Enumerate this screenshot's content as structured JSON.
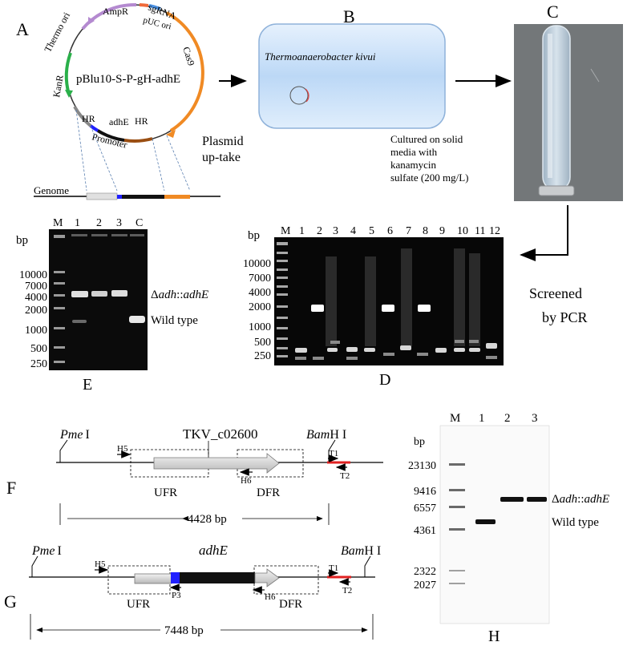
{
  "panels": {
    "A": "A",
    "B": "B",
    "C": "C",
    "D": "D",
    "E": "E",
    "F": "F",
    "G": "G",
    "H": "H"
  },
  "plasmid": {
    "name": "pBlu10-S-P-gH-adhE",
    "ampr": "AmpR",
    "sgrna": "sgRNA",
    "puc_ori": "pUC ori",
    "thermo_ori": "Thermo ori",
    "cas9": "Cas9",
    "kanr": "KanR",
    "hr_left": "HR",
    "adhe": "adhE",
    "hr_right": "HR",
    "promoter": "Promoter",
    "genome": "Genome"
  },
  "uptake": {
    "line1": "Plasmid",
    "line2": "up-take"
  },
  "cell": {
    "organism": "Thermoanaerobacter kivui"
  },
  "culture": {
    "line1": "Cultured on solid",
    "line2": "media with",
    "line3": "kanamycin",
    "line4": "sulfate (200 mg/L)"
  },
  "screen": {
    "line1": "Screened",
    "line2": "by PCR"
  },
  "gel_e": {
    "bp": "bp",
    "lanes": [
      "M",
      "1",
      "2",
      "3",
      "C"
    ],
    "ladder": [
      "10000",
      "7000",
      "4000",
      "2000",
      "1000",
      "500",
      "250"
    ],
    "band_upper_pre": "Δ",
    "band_upper_it": "adh",
    "band_upper_mid": "::",
    "band_upper_it2": "adhE",
    "band_lower": "Wild type"
  },
  "gel_d": {
    "bp": "bp",
    "lanes": [
      "M",
      "1",
      "2",
      "3",
      "4",
      "5",
      "6",
      "7",
      "8",
      "9",
      "10",
      "11",
      "12"
    ],
    "ladder": [
      "10000",
      "7000",
      "4000",
      "2000",
      "1000",
      "500",
      "250"
    ]
  },
  "map_f": {
    "pme": "Pme",
    "pme_i": "I",
    "bam": "Bam",
    "bam_i": "H I",
    "gene": "TKV_c02600",
    "h5": "H5",
    "h6": "H6",
    "t1": "T1",
    "t2": "T2",
    "ufr": "UFR",
    "dfr": "DFR",
    "size": "4428 bp"
  },
  "map_g": {
    "pme": "Pme",
    "pme_i": "I",
    "bam": "Bam",
    "bam_i": "H I",
    "gene": "adhE",
    "h5": "H5",
    "h6": "H6",
    "p3": "P3",
    "t1": "T1",
    "t2": "T2",
    "ufr": "UFR",
    "dfr": "DFR",
    "size": "7448 bp"
  },
  "blot_h": {
    "bp": "bp",
    "lanes": [
      "M",
      "1",
      "2",
      "3"
    ],
    "ladder": [
      "23130",
      "9416",
      "6557",
      "4361",
      "2322",
      "2027"
    ],
    "band_upper_pre": "Δ",
    "band_upper_it": "adh",
    "band_upper_mid": "::",
    "band_upper_it2": "adhE",
    "band_lower": "Wild type"
  },
  "colors": {
    "ampr": "#b48ad0",
    "sgrna": "#4a90e2",
    "cas9": "#f08a24",
    "kanr": "#2ab04a",
    "promoter": "#2020ff",
    "hr_right": "#9a4e12",
    "gel": "#0b0b0b",
    "primer_red": "#e02020"
  }
}
